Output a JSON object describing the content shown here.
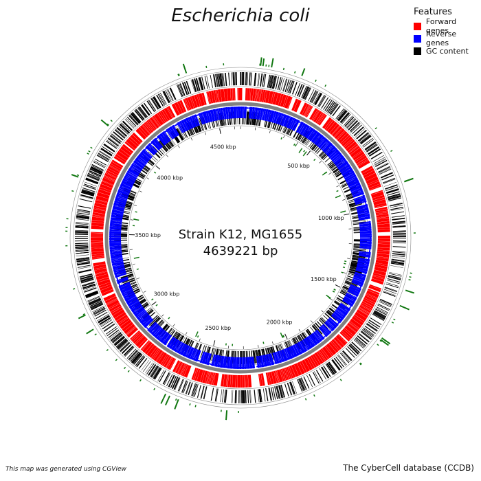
{
  "title": "Escherichia coli",
  "legend": {
    "title": "Features",
    "items": [
      {
        "label": "Forward genes",
        "color": "#ff0000"
      },
      {
        "label": "Reverse genes",
        "color": "#0000ff"
      },
      {
        "label": "GC content",
        "color": "#000000"
      }
    ]
  },
  "genome": {
    "strain": "Strain K12, MG1655",
    "length": "4639221 bp",
    "length_bp": 4639221
  },
  "ticks": [
    "500 kbp",
    "1000 kbp",
    "1500 kbp",
    "2000 kbp",
    "2500 kbp",
    "3000 kbp",
    "3500 kbp",
    "4000 kbp",
    "4500 kbp"
  ],
  "colors": {
    "forward": "#ff0000",
    "reverse": "#0000ff",
    "gc": "#000000",
    "backbone": "#808080",
    "marker": "#117711"
  },
  "footer": {
    "left": "This map was generated using CGView",
    "right": "The CyberCell database (CCDB)"
  }
}
